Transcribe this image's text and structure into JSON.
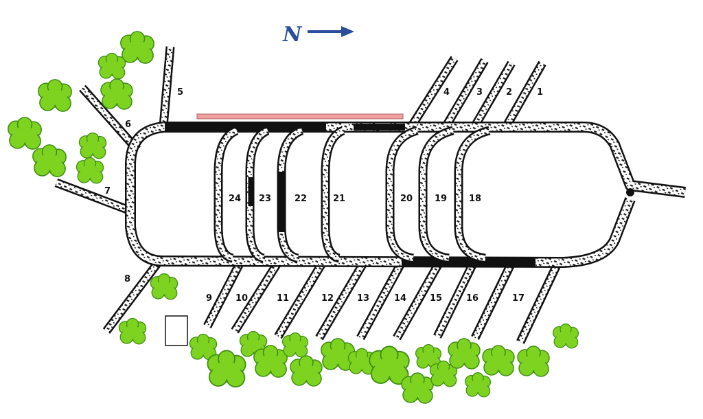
{
  "compass": {
    "label": "N",
    "arrow_icon": "arrow-right-icon",
    "color": "#2a4d9c"
  },
  "colors": {
    "road_fill": "#ffffff",
    "road_edge": "#111111",
    "speckle": "#1b1b1b",
    "tree": "#7ed321",
    "tree_edge": "#3f8d12",
    "pink_bar": "#f0a0a0",
    "pink_edge": "#b06060"
  },
  "spur_labels": {
    "s1": "1",
    "s2": "2",
    "s3": "3",
    "s4": "4",
    "s5": "5",
    "s6": "6",
    "s7": "7",
    "s8": "8",
    "s9": "9",
    "s10": "10",
    "s11": "11",
    "s12": "12",
    "s13": "13",
    "s14": "14",
    "s15": "15",
    "s16": "16",
    "s17": "17"
  },
  "cross_labels": {
    "c18": "18",
    "c19": "19",
    "c20": "20",
    "c21": "21",
    "c22": "22",
    "c23": "23",
    "c24": "24"
  }
}
